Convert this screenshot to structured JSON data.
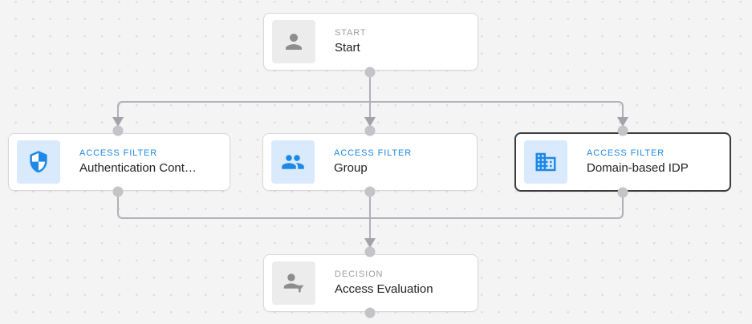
{
  "canvas": {
    "background_color": "#f4f4f5",
    "grid_dot_color": "#dcdcdc"
  },
  "colors": {
    "accent_blue": "#1e88e5",
    "icon_tile_blue": "#d8eafc",
    "icon_tile_gray": "#ececec",
    "icon_gray": "#8d8d8d",
    "label_gray": "#9e9e9e",
    "title_text": "#212121",
    "connector_line": "#b1b1b9",
    "connector_arrow": "#a3a3ab",
    "connection_dot": "#c3c3c8",
    "selected_border": "#3c3c3c",
    "card_border": "#d7d7d7"
  },
  "nodes": [
    {
      "id": "start",
      "type_label": "START",
      "title": "Start",
      "icon": "person-icon",
      "variant": "gray",
      "selected": false
    },
    {
      "id": "auth",
      "type_label": "ACCESS FILTER",
      "title": "Authentication Cont…",
      "icon": "shield-icon",
      "variant": "blue",
      "selected": false
    },
    {
      "id": "group",
      "type_label": "ACCESS FILTER",
      "title": "Group",
      "icon": "group-icon",
      "variant": "blue",
      "selected": false
    },
    {
      "id": "idp",
      "type_label": "ACCESS FILTER",
      "title": "Domain-based IDP",
      "icon": "domain-icon",
      "variant": "blue",
      "selected": true
    },
    {
      "id": "decision",
      "type_label": "DECISION",
      "title": "Access Evaluation",
      "icon": "person-filter-icon",
      "variant": "gray",
      "selected": false
    }
  ],
  "edges": [
    {
      "from": "start",
      "to": "auth"
    },
    {
      "from": "start",
      "to": "group"
    },
    {
      "from": "start",
      "to": "idp"
    },
    {
      "from": "auth",
      "to": "decision"
    },
    {
      "from": "group",
      "to": "decision"
    },
    {
      "from": "idp",
      "to": "decision"
    }
  ]
}
